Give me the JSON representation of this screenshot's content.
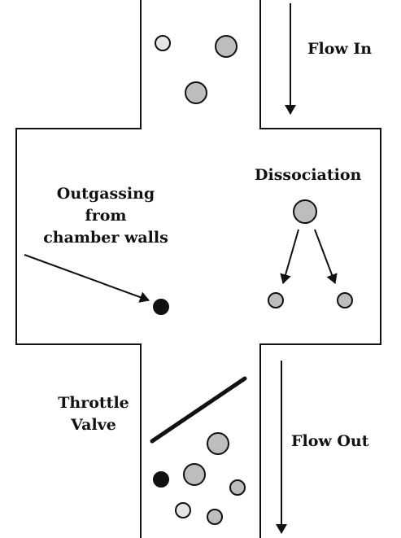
{
  "labels": {
    "flow_in": "Flow In",
    "dissociation": "Dissociation",
    "outgassing": [
      "Outgassing",
      "from",
      "chamber walls"
    ],
    "throttle": [
      "Throttle",
      "Valve"
    ],
    "flow_out": "Flow Out"
  },
  "colors": {
    "line": "#111111",
    "light_particle": "#e6e6e6",
    "medium_particle": "#bdbdbd",
    "dark_particle": "#111111",
    "background": "#ffffff"
  },
  "particles": [
    {
      "kind": "light-particle"
    },
    {
      "kind": "medium-particle"
    },
    {
      "kind": "medium-particle"
    },
    {
      "kind": "medium-particle"
    },
    {
      "kind": "medium-particle"
    },
    {
      "kind": "medium-particle"
    },
    {
      "kind": "dark-particle"
    },
    {
      "kind": "medium-particle"
    },
    {
      "kind": "medium-particle"
    },
    {
      "kind": "medium-particle"
    },
    {
      "kind": "dark-particle"
    },
    {
      "kind": "light-particle"
    },
    {
      "kind": "medium-particle"
    }
  ]
}
